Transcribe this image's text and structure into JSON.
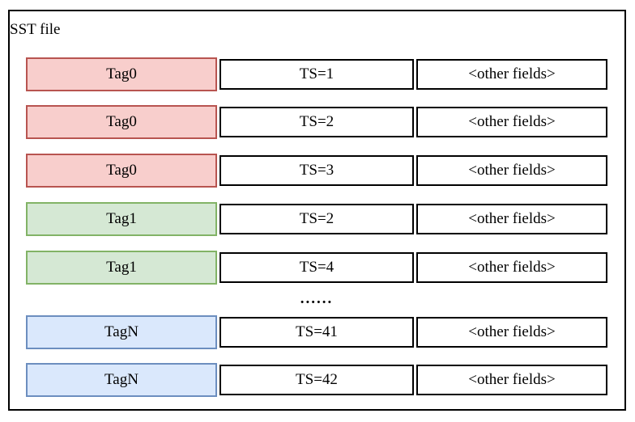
{
  "diagram": {
    "title": "SST file",
    "ellipsis": "......",
    "colors": {
      "red": {
        "fill": "#f8cecc",
        "stroke": "#b85450"
      },
      "green": {
        "fill": "#d5e8d4",
        "stroke": "#82b366"
      },
      "blue": {
        "fill": "#dae8fc",
        "stroke": "#6c8ebf"
      }
    },
    "rows": [
      {
        "tag": "Tag0",
        "ts": "TS=1",
        "other": "<other fields>",
        "color": "red"
      },
      {
        "tag": "Tag0",
        "ts": "TS=2",
        "other": "<other fields>",
        "color": "red"
      },
      {
        "tag": "Tag0",
        "ts": "TS=3",
        "other": "<other fields>",
        "color": "red"
      },
      {
        "tag": "Tag1",
        "ts": "TS=2",
        "other": "<other fields>",
        "color": "green"
      },
      {
        "tag": "Tag1",
        "ts": "TS=4",
        "other": "<other fields>",
        "color": "green"
      },
      {
        "tag": "TagN",
        "ts": "TS=41",
        "other": "<other fields>",
        "color": "blue"
      },
      {
        "tag": "TagN",
        "ts": "TS=42",
        "other": "<other fields>",
        "color": "blue"
      }
    ]
  }
}
